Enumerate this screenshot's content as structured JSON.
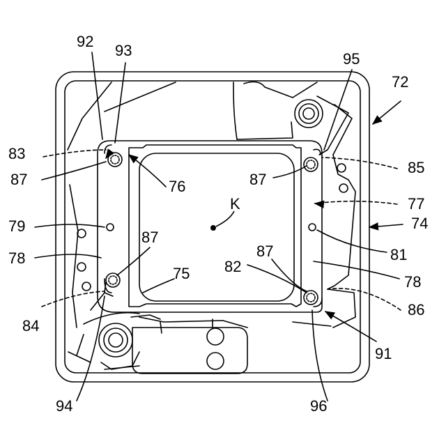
{
  "figure": {
    "line_color": "#000000",
    "background_color": "#ffffff",
    "center_label": "K",
    "reference_numerals": {
      "r92": "92",
      "r93": "93",
      "r95": "95",
      "r72": "72",
      "r83": "83",
      "r87a": "87",
      "r76": "76",
      "r87b": "87",
      "r85": "85",
      "r77": "77",
      "r74": "74",
      "r79": "79",
      "r87c": "87",
      "r81": "81",
      "r78a": "78",
      "r87d": "87",
      "r82": "82",
      "r75": "75",
      "r78b": "78",
      "r84": "84",
      "r86": "86",
      "r91": "91",
      "r94": "94",
      "r96": "96"
    }
  }
}
